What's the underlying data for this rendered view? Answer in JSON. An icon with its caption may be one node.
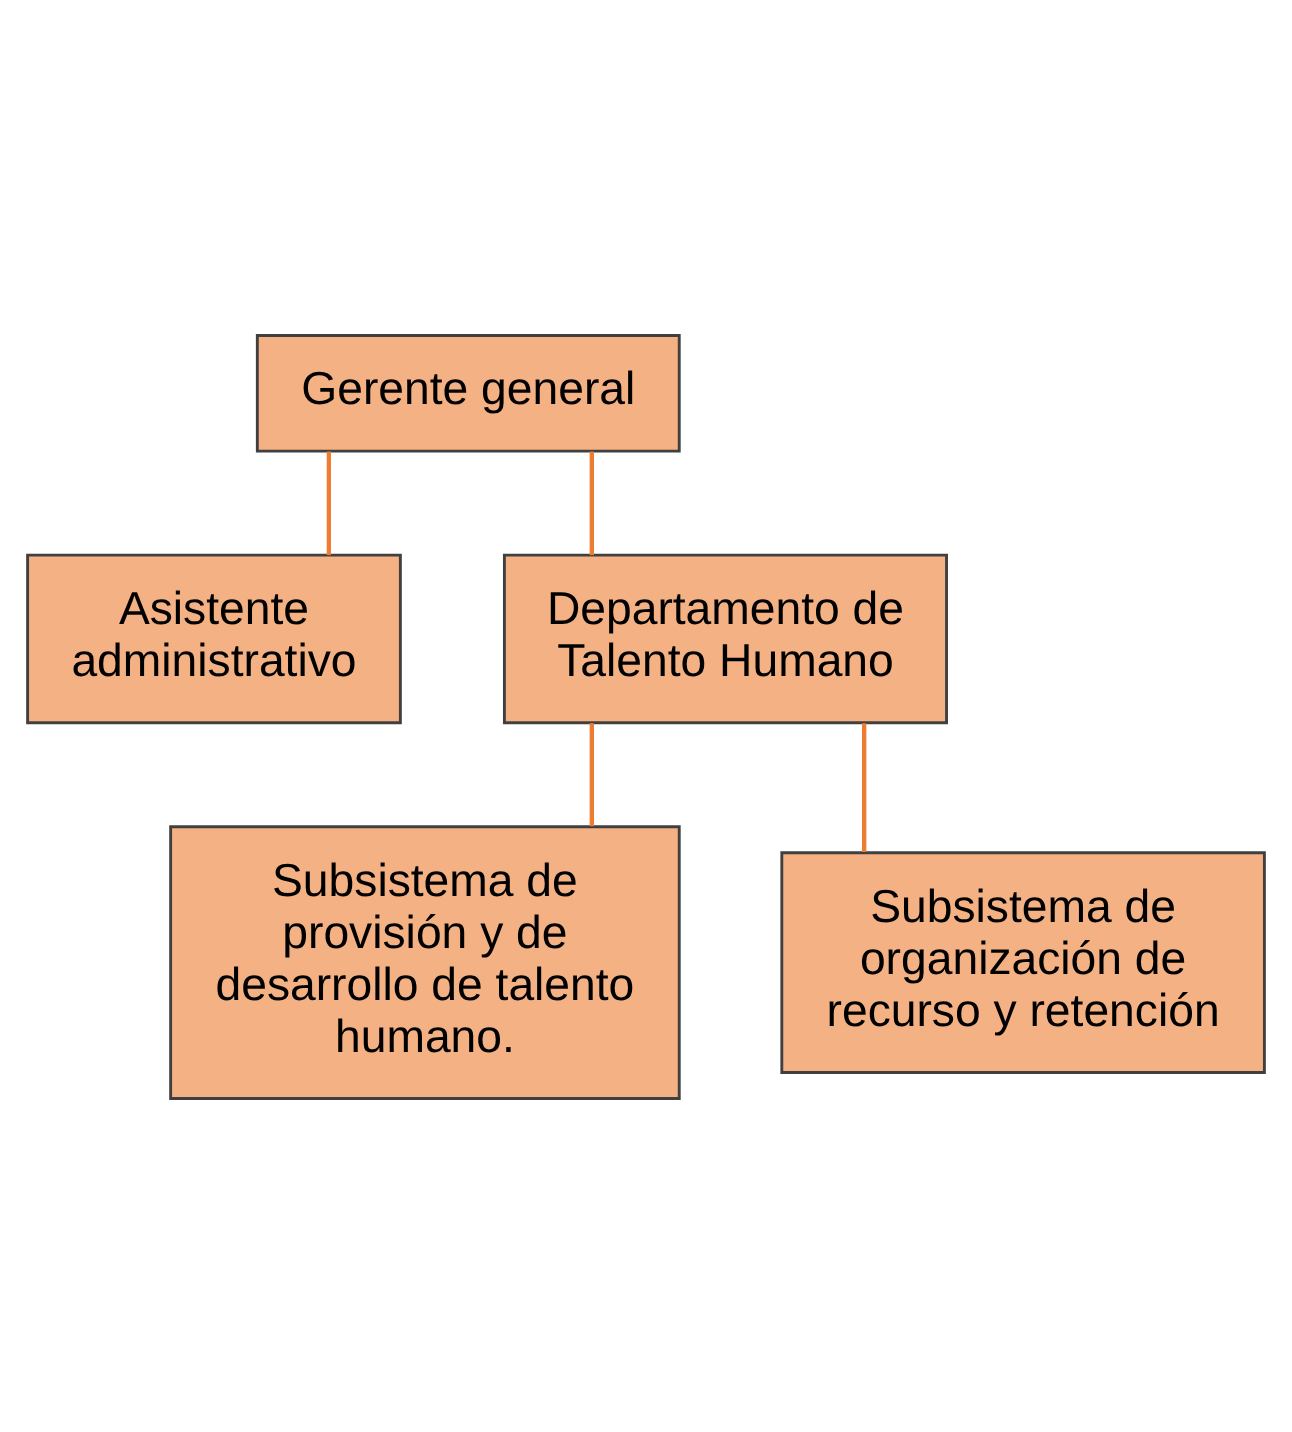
{
  "diagram": {
    "nodes": [
      {
        "text": [
          "Gerente general"
        ]
      },
      {
        "text": [
          "Asistente administrativo"
        ]
      },
      {
        "text": [
          "Departamento de Talento Humano"
        ]
      },
      {
        "text": [
          "Subsistema de provisión y de desarrollo de talento humano."
        ]
      },
      {
        "text": [
          "Subsistema de organización de recurso y retención"
        ]
      }
    ],
    "edges": [
      {
        "from": 0,
        "to": 1,
        "arrow": "none"
      },
      {
        "from": 0,
        "to": 2,
        "arrow": "none"
      },
      {
        "from": 2,
        "to": 3,
        "arrow": "none"
      },
      {
        "from": 2,
        "to": 4,
        "arrow": "none"
      }
    ]
  }
}
